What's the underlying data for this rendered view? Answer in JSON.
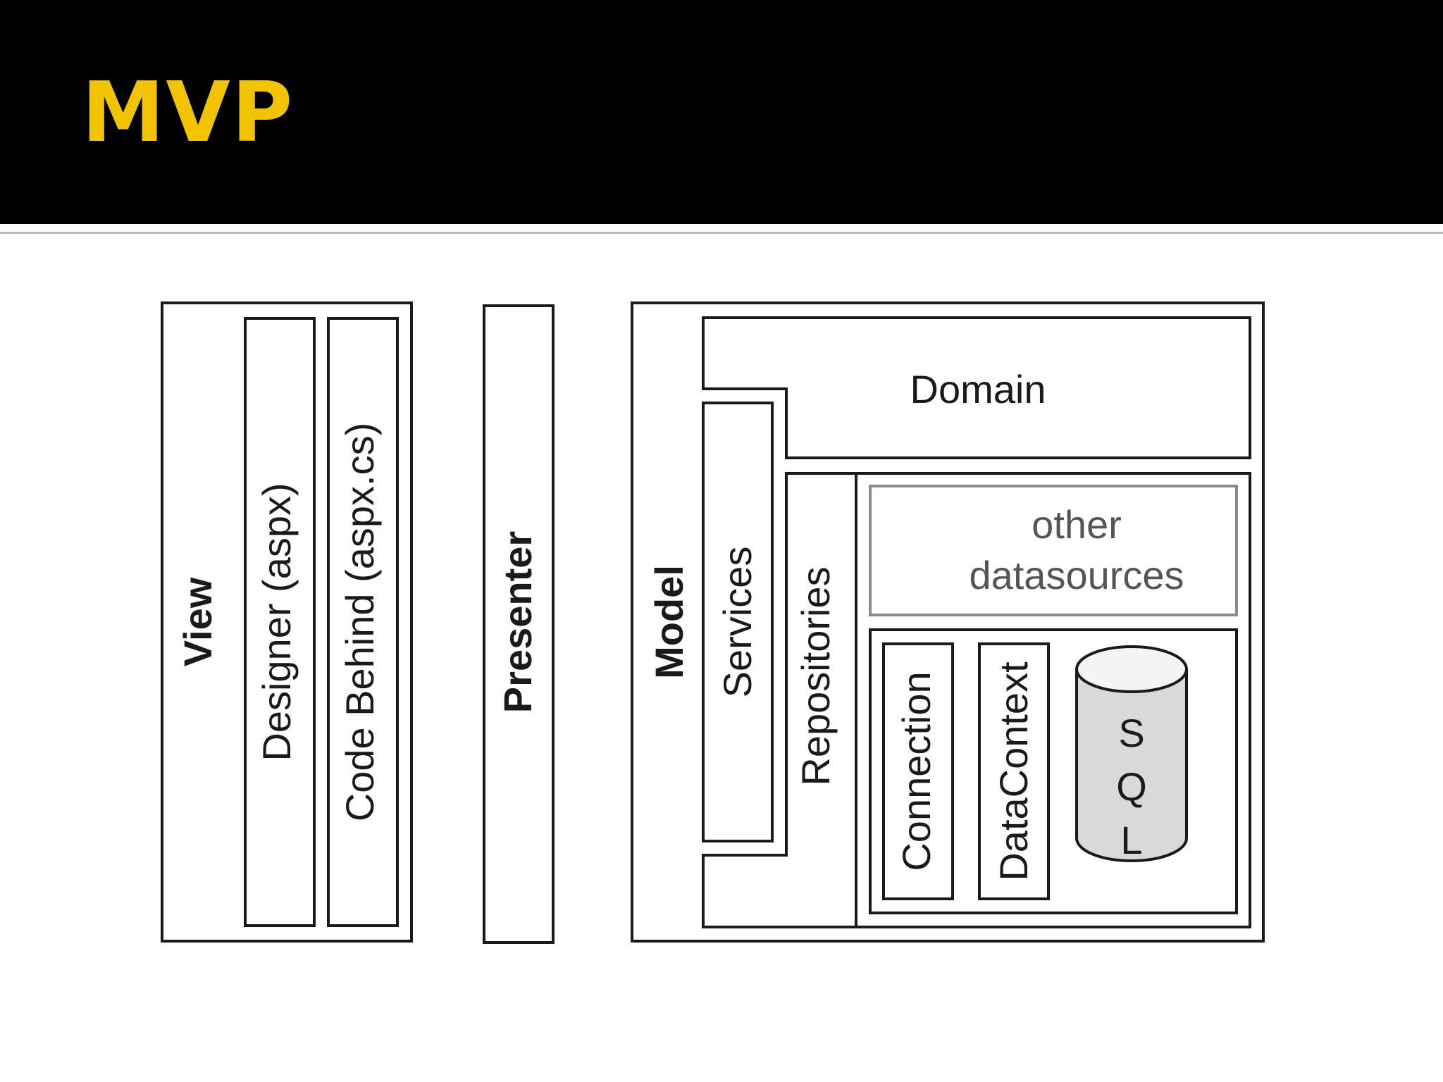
{
  "slide": {
    "title": "MVP",
    "title_color": "#f2c400"
  },
  "diagram": {
    "view": {
      "label": "View",
      "designer": "Designer (aspx)",
      "code_behind": "Code Behind (aspx.cs)"
    },
    "presenter": {
      "label": "Presenter"
    },
    "model": {
      "label": "Model",
      "domain": "Domain",
      "services": "Services",
      "repositories": "Repositories",
      "other_datasources_line1": "other",
      "other_datasources_line2": "datasources",
      "connection": "Connection",
      "data_context": "DataContext",
      "sql": [
        "S",
        "Q",
        "L"
      ],
      "database_icon": "database-cylinder-icon"
    }
  }
}
